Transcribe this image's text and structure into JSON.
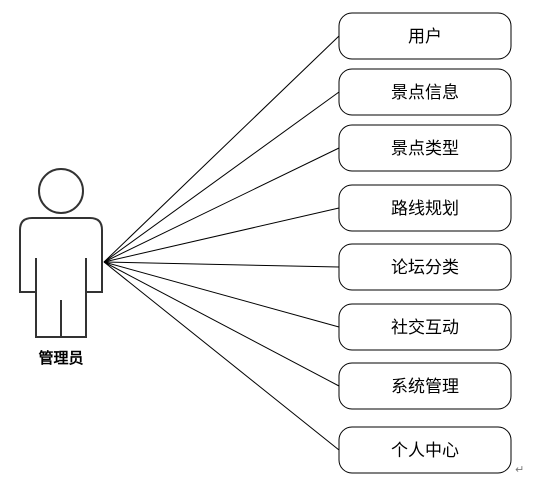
{
  "actor": {
    "label": "管理员",
    "icon": "person-icon"
  },
  "use_cases": [
    {
      "label": "用户"
    },
    {
      "label": "景点信息"
    },
    {
      "label": "景点类型"
    },
    {
      "label": "路线规划"
    },
    {
      "label": "论坛分类"
    },
    {
      "label": "社交互动"
    },
    {
      "label": "系统管理"
    },
    {
      "label": "个人中心"
    }
  ],
  "paragraph_mark": "↵"
}
